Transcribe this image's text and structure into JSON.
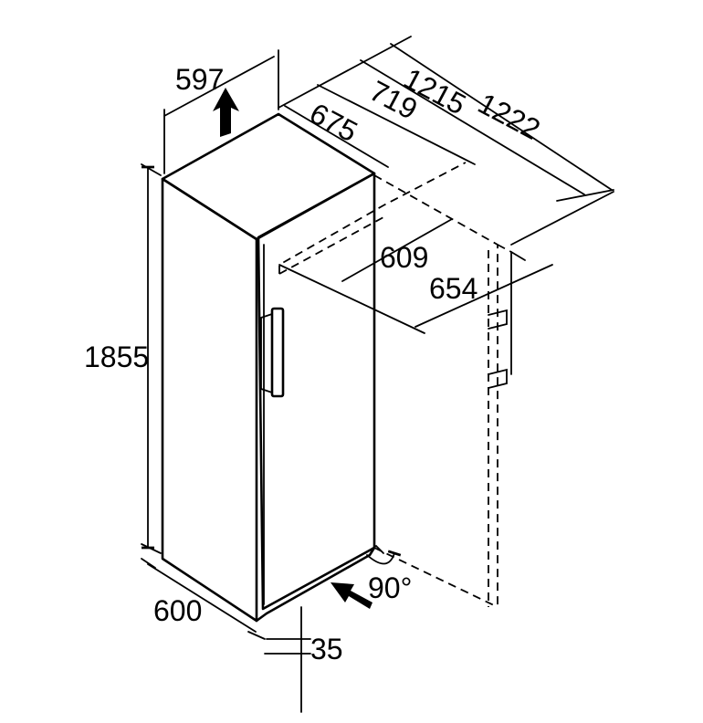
{
  "dimensions": {
    "width_top": "597",
    "width_bottom": "600",
    "height": "1855",
    "depth_body": "675",
    "depth_handle": "719",
    "depth_door_open": "1215",
    "depth_door_open_total": "1222",
    "depth_inner": "609",
    "depth_inner_handle": "654",
    "foot_height": "35",
    "door_angle": "90°"
  },
  "icons": [
    "ventilation-up-arrow-icon",
    "air-inlet-arrow-icon"
  ]
}
